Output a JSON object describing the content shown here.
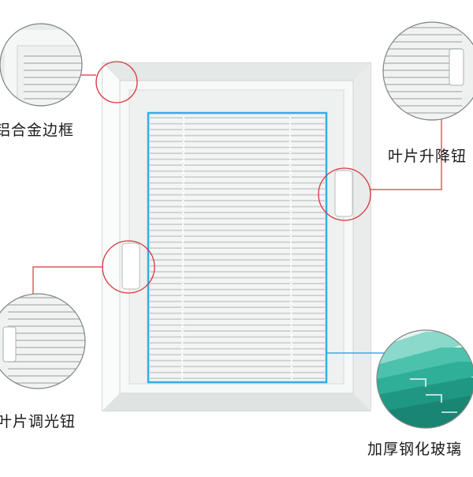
{
  "callouts": {
    "frame": {
      "label": "铝合金边框"
    },
    "lift_knob": {
      "label": "叶片升降钮"
    },
    "tilt_knob": {
      "label": "叶片调光钮"
    },
    "glass": {
      "label": "加厚钢化玻璃"
    }
  },
  "colors": {
    "callout_line": "#d9363e",
    "glass_outline": "#33aee8",
    "frame": "#f2f4f3",
    "slat": "#eef1f0"
  }
}
